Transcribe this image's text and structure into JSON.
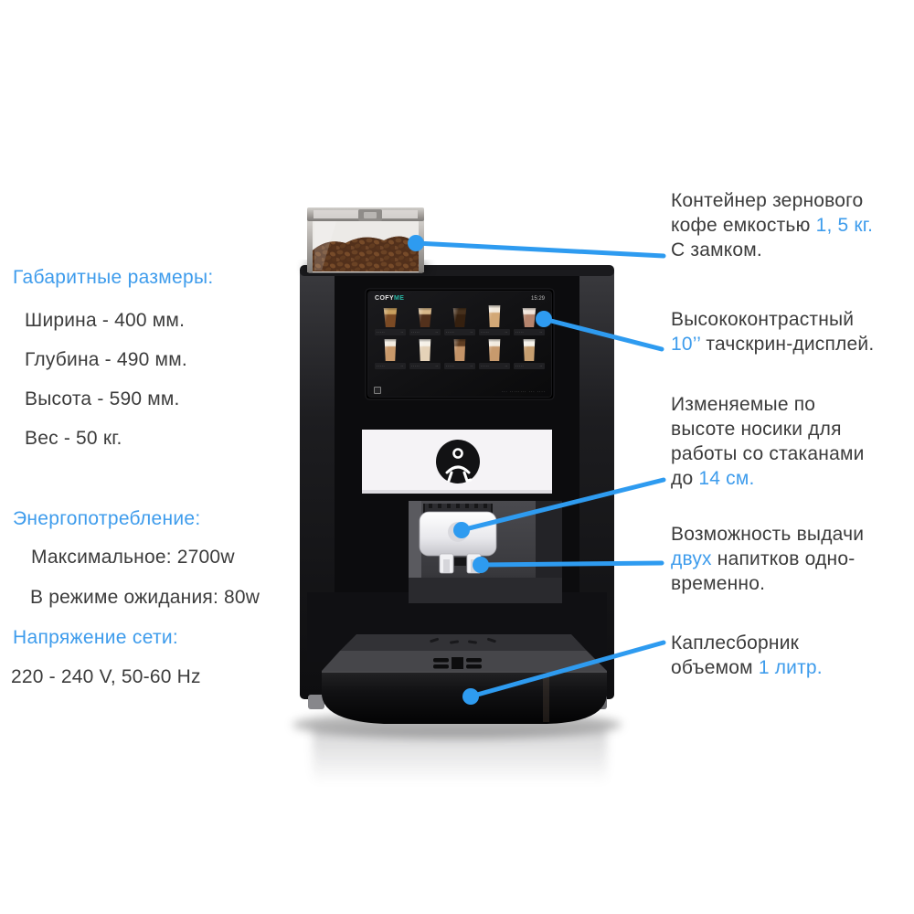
{
  "accent_color": "#3E9CEC",
  "line_color": "#2E9BF0",
  "specs": {
    "dimensions": {
      "title": "Габаритные размеры:",
      "items": [
        "Ширина - 400 мм.",
        "Глубина - 490 мм.",
        "Высота - 590 мм.",
        "Вес - 50 кг."
      ]
    },
    "power": {
      "title": "Энергопотребление:",
      "items": [
        "Максимальное: 2700w",
        "В режиме ожидания: 80w"
      ]
    },
    "voltage": {
      "title": "Напряжение сети:",
      "items": [
        "220 - 240 V, 50-60 Hz"
      ]
    }
  },
  "callouts": {
    "bean_hopper": {
      "before": "Контейнер зернового\nкофе емкостью ",
      "accent": "1, 5 кг.",
      "after": "\nС замком."
    },
    "display": {
      "before": "Высококонтрастный\n",
      "accent": "10’’",
      "after": " тачскрин-дисплей."
    },
    "spouts": {
      "before": "Изменяемые по\nвысоте носики для\nработы со стаканами\nдо ",
      "accent": "14 см.",
      "after": ""
    },
    "two_drinks": {
      "before": "Возможность выдачи\n",
      "accent": "двух",
      "after": " напитков одно-\nвременно."
    },
    "drip_tray": {
      "before": "Каплесборник\nобъемом ",
      "accent": "1 литр.",
      "after": ""
    }
  },
  "screen": {
    "brand_primary": "COFY",
    "brand_secondary": "ME",
    "time": "15:29",
    "footer_text": "··· ········ ··· ····",
    "drinks": [
      {
        "kind": "espresso",
        "glass": "short",
        "liquid": "#7b4a24",
        "foam": "#caa05f",
        "name": "·····",
        "price": "··"
      },
      {
        "kind": "espresso-macchiato",
        "glass": "short",
        "liquid": "#53311c",
        "foam": "#d9b98b",
        "name": "·····",
        "price": "··"
      },
      {
        "kind": "americano",
        "glass": "short",
        "liquid": "#35200f",
        "foam": "#46301c",
        "name": "·····",
        "price": "··"
      },
      {
        "kind": "latte",
        "glass": "tall",
        "liquid": "#d3a876",
        "foam": "#f1e8da",
        "name": "·····",
        "price": "··"
      },
      {
        "kind": "cocoa",
        "glass": "short",
        "liquid": "#b5846d",
        "foam": "#f0e4da",
        "name": "·····",
        "price": "··"
      },
      {
        "kind": "latte-macchiato",
        "glass": "tall",
        "liquid": "#c9996a",
        "foam": "#f3ece1",
        "name": "·····",
        "price": "··"
      },
      {
        "kind": "cappuccino",
        "glass": "tall",
        "liquid": "#e5d2b8",
        "foam": "#f6f1e8",
        "name": "·····",
        "price": "··"
      },
      {
        "kind": "mocha",
        "glass": "tall",
        "liquid": "#c49468",
        "foam": "#5f3d22",
        "name": "·····",
        "price": "··"
      },
      {
        "kind": "flat-white",
        "glass": "tall",
        "liquid": "#c79a6d",
        "foam": "#f2ebdf",
        "name": "·····",
        "price": "··"
      },
      {
        "kind": "frappe",
        "glass": "tall",
        "liquid": "#c79f70",
        "foam": "#f6f2ea",
        "name": "·····",
        "price": "··"
      }
    ]
  }
}
